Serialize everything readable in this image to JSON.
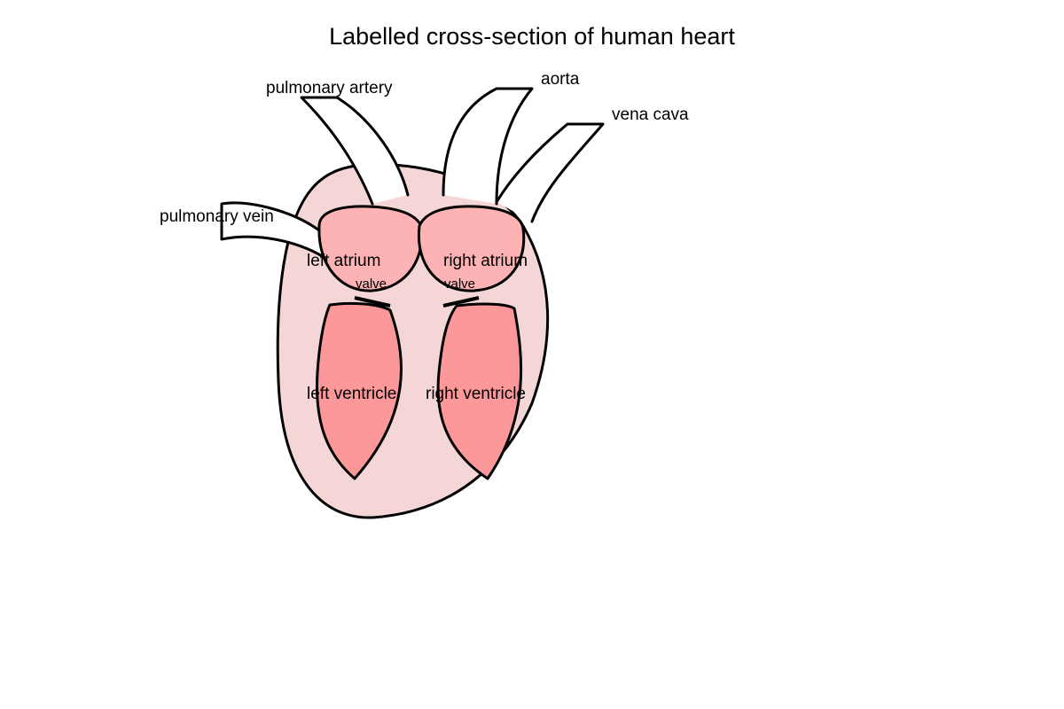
{
  "title": "Labelled cross-section of human heart",
  "labels": {
    "pulmonary_artery": "pulmonary artery",
    "aorta": "aorta",
    "vena_cava": "vena cava",
    "pulmonary_vein": "pulmonary vein",
    "left_atrium": "left atrium",
    "right_atrium": "right atrium",
    "left_valve": "valve",
    "right_valve": "valve",
    "left_ventricle": "left ventricle",
    "right_ventricle": "right ventricle"
  },
  "colors": {
    "heart_body": "#f5d6d6",
    "atrium": "#fdb2b4",
    "ventricle": "#fc9899",
    "vessel": "#ffffff",
    "stroke": "#000000"
  }
}
